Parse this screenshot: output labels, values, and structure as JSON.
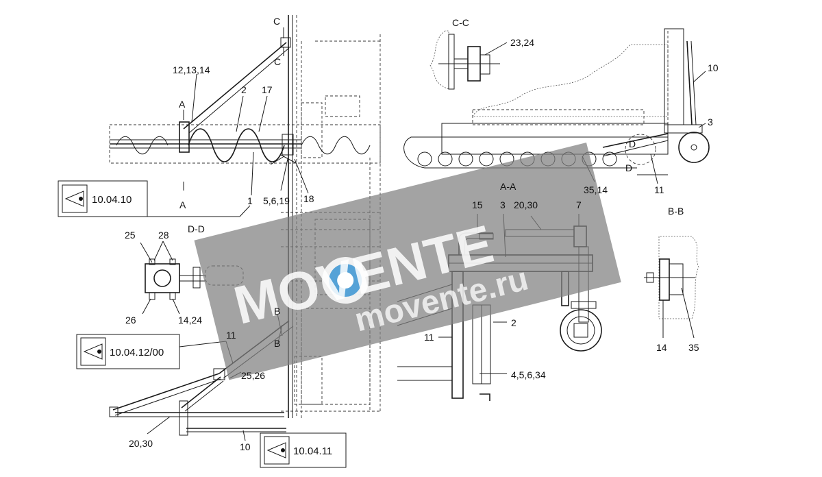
{
  "section_titles": {
    "cc": "C-C",
    "aa": "A-A",
    "bb": "B-B",
    "dd": "D-D"
  },
  "section_markers": {
    "a": "A",
    "b": "B",
    "c": "C",
    "d": "D"
  },
  "callouts": {
    "p1": "1",
    "p2": "2",
    "p3": "3",
    "p7": "7",
    "p10": "10",
    "p11": "11",
    "p14": "14",
    "p15": "15",
    "p17": "17",
    "p18": "18",
    "p25": "25",
    "p26": "26",
    "p28": "28",
    "p35": "35",
    "p12_13_14": "12,13,14",
    "p5_6_19": "5,6,19",
    "p23_24": "23,24",
    "p35_14": "35,14",
    "p20_30": "20,30",
    "p14_24": "14,24",
    "p25_26": "25,26",
    "p4_5_6_34": "4,5,6,34"
  },
  "references": {
    "r1": "10.04.10",
    "r2": "10.04.12/00",
    "r3": "10.04.11"
  },
  "watermark": {
    "brand": "MOVENTE",
    "url": "movente.ru"
  }
}
